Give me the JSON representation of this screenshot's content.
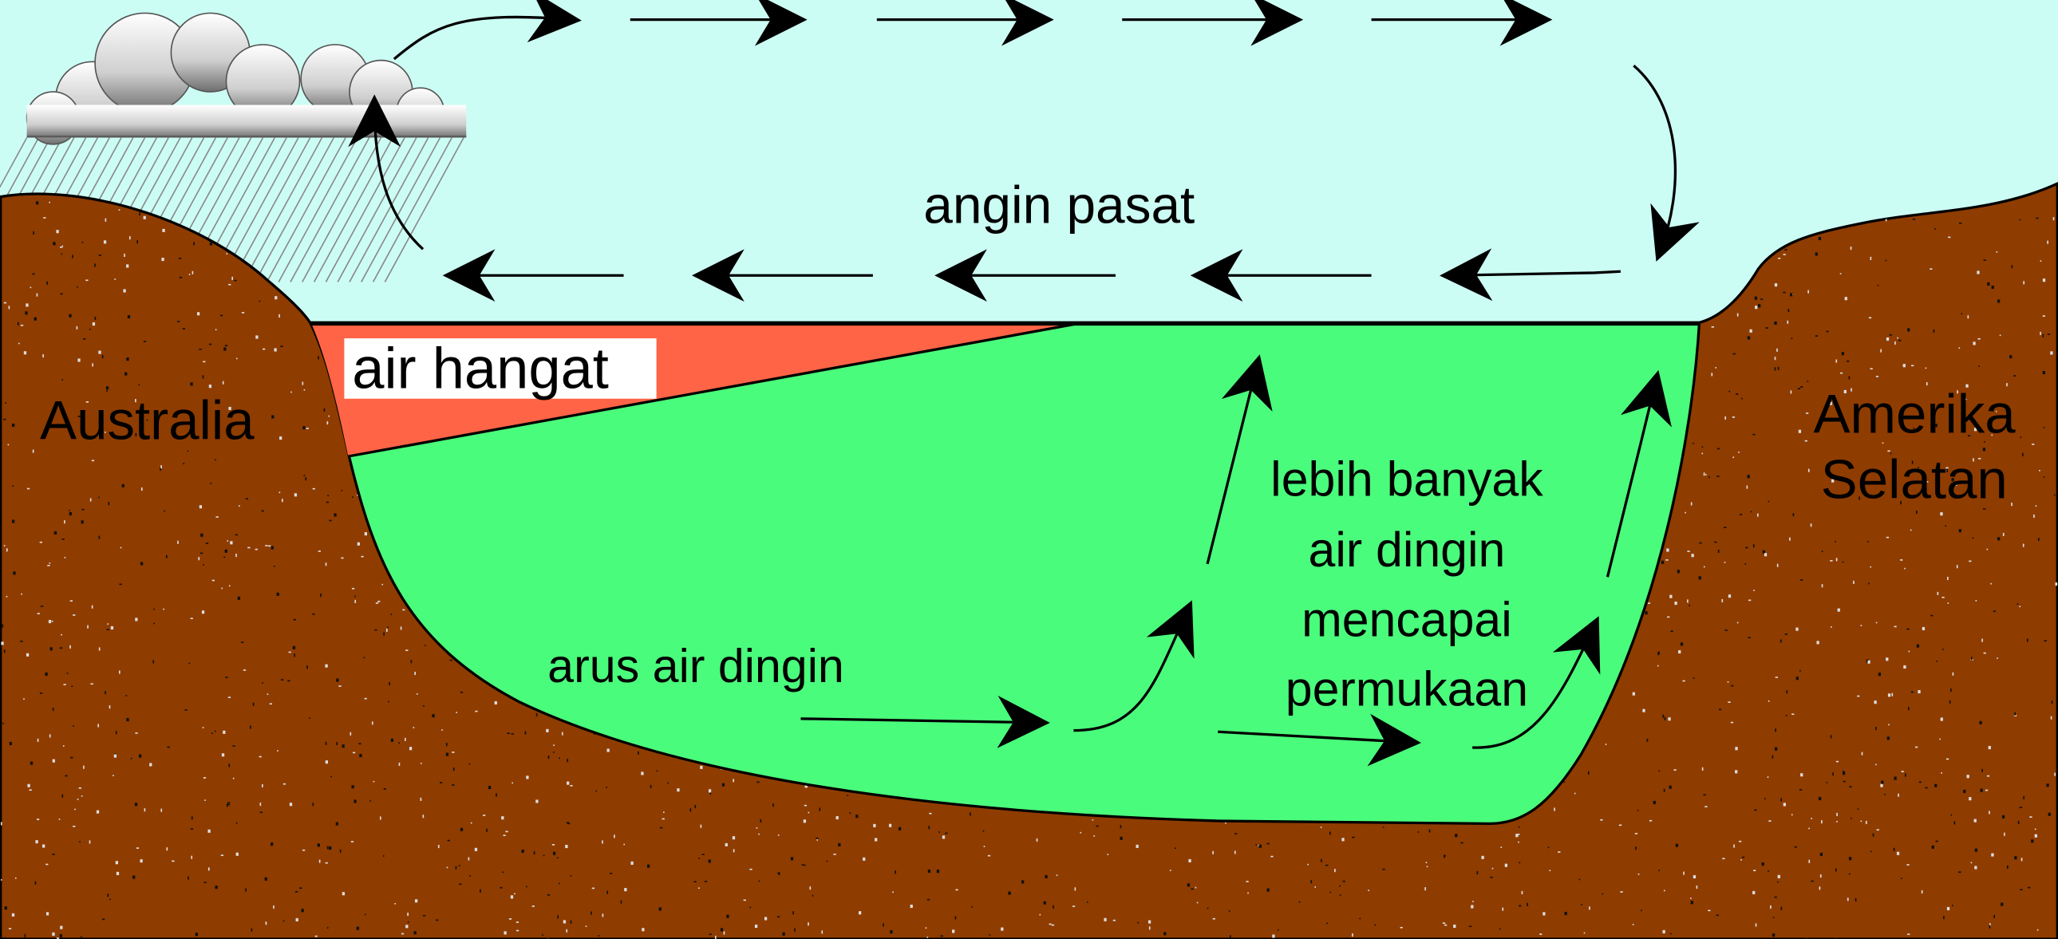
{
  "labels": {
    "trade_winds": "angin pasat",
    "warm_water": "air hangat",
    "australia": "Australia",
    "south_america_line1": "Amerika",
    "south_america_line2": "Selatan",
    "cold_current": "arus air dingin",
    "upwelling": [
      "lebih banyak",
      "air dingin",
      "mencapai",
      "permukaan"
    ]
  },
  "colors": {
    "sky": "#ccfdf4",
    "land": "#8f3c00",
    "cold_water": "#4afc7c",
    "warm_water": "#ff6446",
    "cloud": "#9a9a9a"
  }
}
